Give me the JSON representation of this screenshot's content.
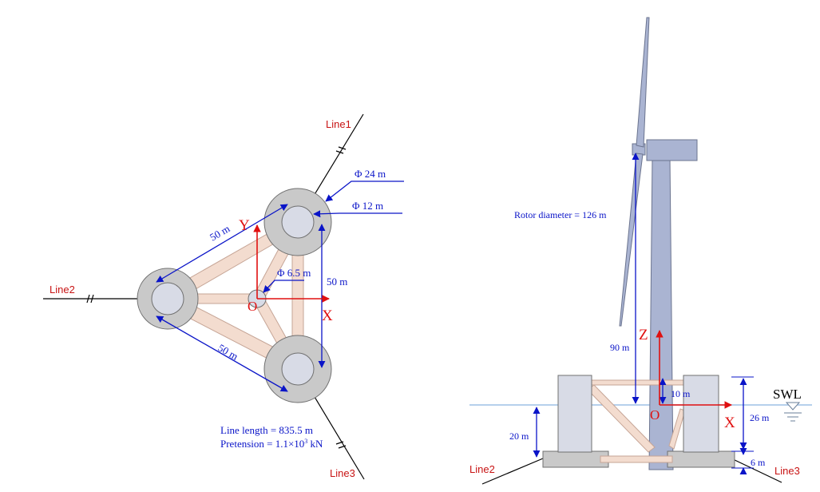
{
  "colors": {
    "dimension_blue": "#0a14c8",
    "axis_red": "#e01010",
    "line_label_red": "#c81414",
    "column_outer_gray": "#c9c9c9",
    "column_inner_gray": "#d8dbe6",
    "brace_beige": "#f3dccf",
    "tower_blue": "#aab4d2",
    "water_blue": "#9ec1e6"
  },
  "plan_view": {
    "mooring_labels": {
      "line1": "Line1",
      "line2": "Line2",
      "line3": "Line3"
    },
    "diameters": {
      "outer": "Φ 24 m",
      "inner": "Φ 12 m",
      "center": "Φ 6.5 m"
    },
    "spacing": {
      "top_edge": "50 m",
      "bottom_edge": "50 m",
      "vertical": "50 m"
    },
    "axes": {
      "x": "X",
      "y": "Y",
      "origin": "O"
    },
    "mooring_info": {
      "line_length": "Line length = 835.5 m",
      "pretension_prefix": "Pretension = 1.1×10",
      "pretension_exponent": "3",
      "pretension_unit": " kN"
    }
  },
  "side_view": {
    "rotor_diameter": "Rotor diameter = 126 m",
    "hub_height": "90 m",
    "axes": {
      "z": "Z",
      "x": "X",
      "origin": "O"
    },
    "freeboard": "10 m",
    "draft": "20 m",
    "column_height": "26 m",
    "pontoon_height": "6 m",
    "water_level": "SWL",
    "mooring_labels": {
      "line2": "Line2",
      "line3": "Line3"
    }
  }
}
